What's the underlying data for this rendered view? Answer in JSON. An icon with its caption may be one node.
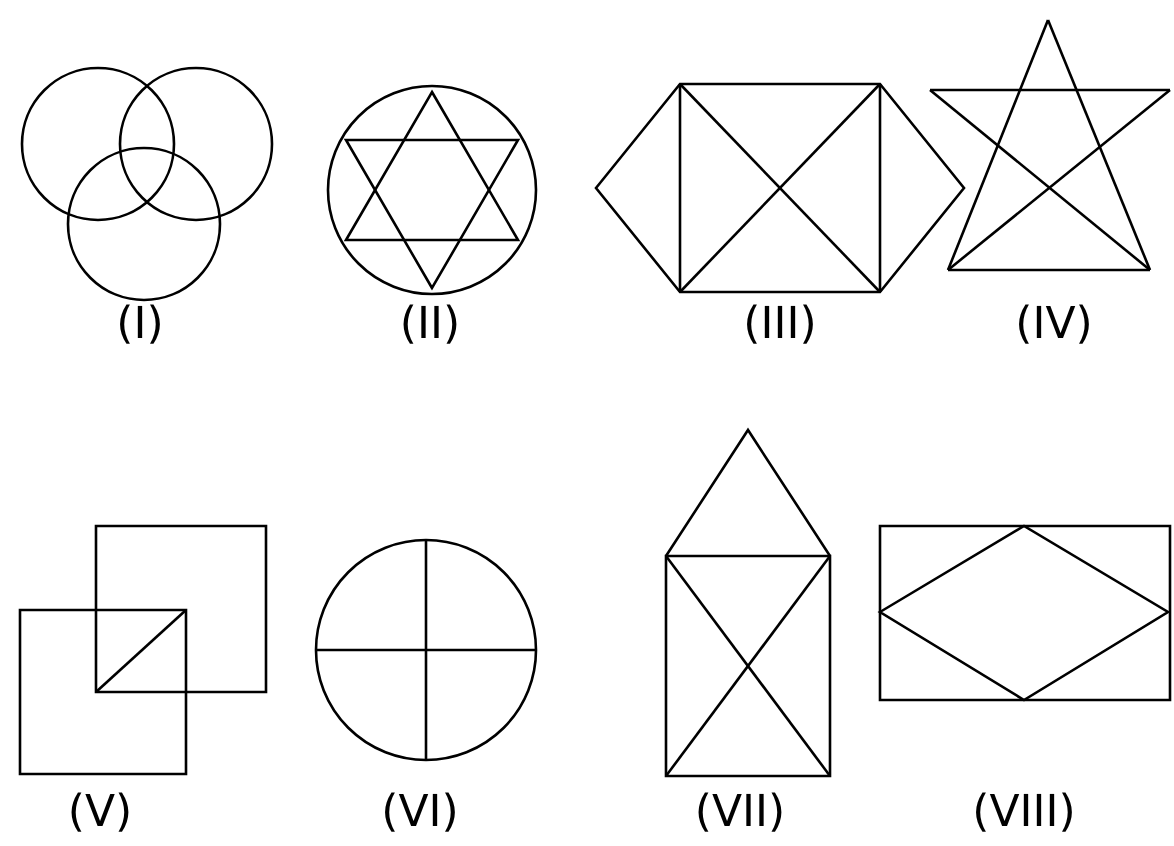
{
  "diagram": {
    "labels": [
      "(I)",
      "(II)",
      "(III)",
      "(IV)",
      "(V)",
      "(VI)",
      "(VII)",
      "(VIII)"
    ]
  }
}
